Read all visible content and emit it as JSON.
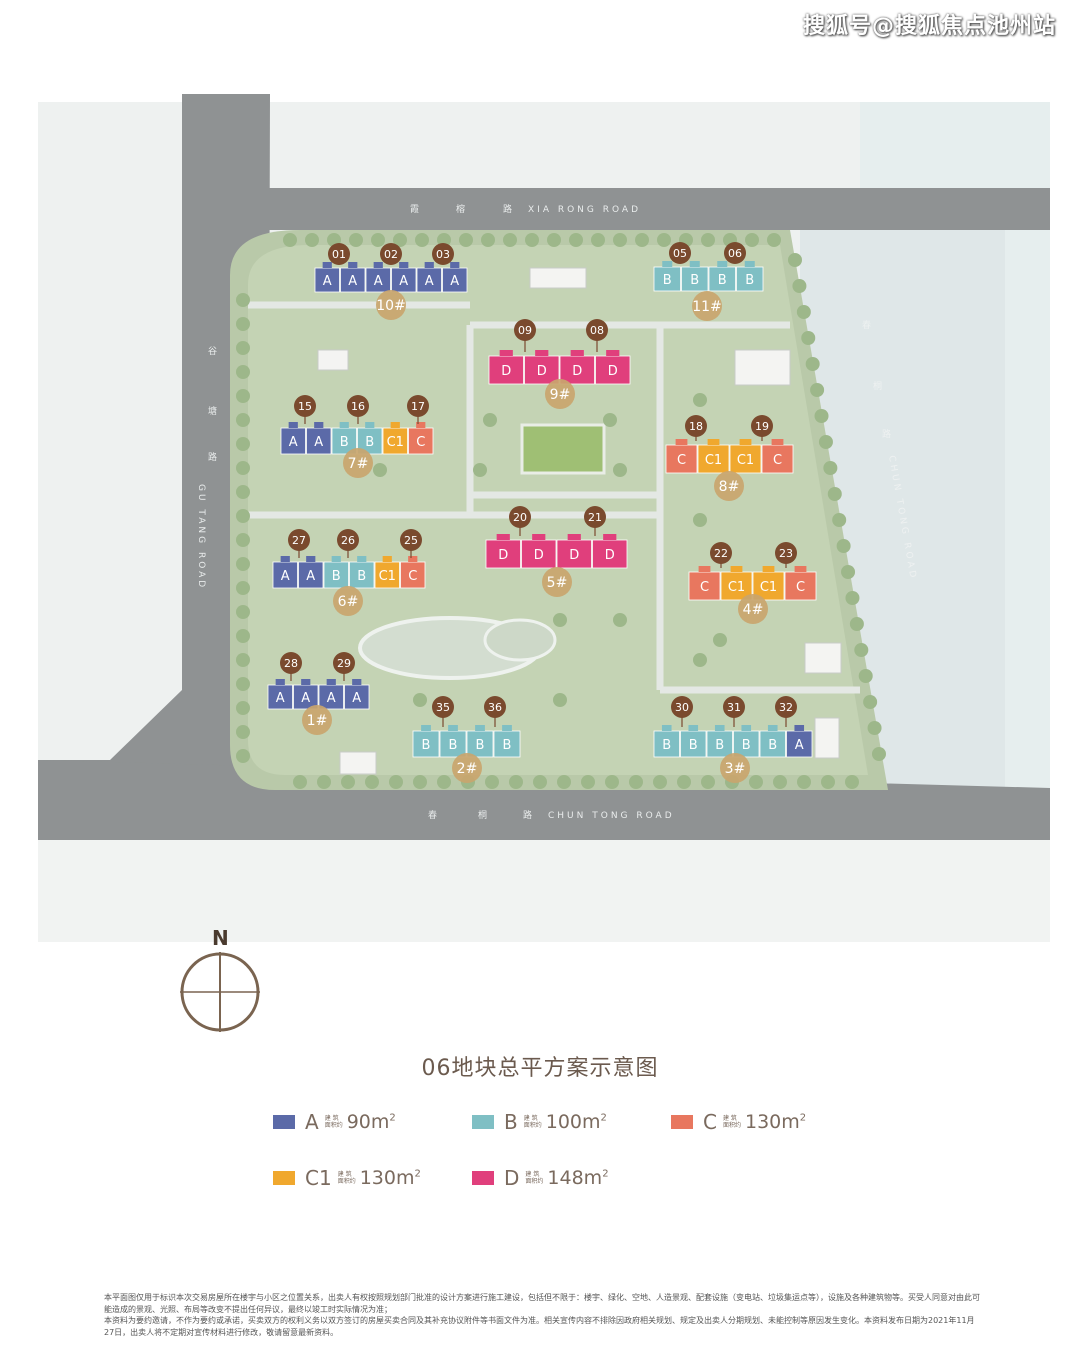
{
  "watermark": "搜狐号@搜狐焦点池州站",
  "roads": {
    "top": {
      "cn": [
        "霞",
        "榕",
        "路"
      ],
      "en": "XIA RONG ROAD"
    },
    "bottom": {
      "cn": [
        "春",
        "桐",
        "路"
      ],
      "en": "CHUN TONG ROAD"
    },
    "left": {
      "cn": [
        "谷",
        "塘",
        "路"
      ],
      "en": "GU TANG ROAD"
    },
    "right": {
      "cn": [
        "春",
        "桐",
        "路"
      ],
      "en": "CHUN TONG ROAD"
    }
  },
  "compass_label": "N",
  "colors": {
    "A": "#5b6aa8",
    "B": "#7fbfc4",
    "C": "#e8775f",
    "C1": "#f0a82e",
    "D": "#e03f7c",
    "tag": "#7a4a2e",
    "bld": "#c9a56e"
  },
  "buildings": [
    {
      "id": "10#",
      "units": [
        "A",
        "A",
        "A",
        "A",
        "A",
        "A"
      ],
      "tags": [
        "01",
        "02",
        "03"
      ]
    },
    {
      "id": "11#",
      "units": [
        "B",
        "B",
        "B",
        "B"
      ],
      "tags": [
        "05",
        "06"
      ]
    },
    {
      "id": "9#",
      "units": [
        "D",
        "D",
        "D",
        "D"
      ],
      "tags": [
        "09",
        "08"
      ]
    },
    {
      "id": "7#",
      "units": [
        "A",
        "A",
        "B",
        "B",
        "C1",
        "C"
      ],
      "tags": [
        "15",
        "16",
        "17"
      ]
    },
    {
      "id": "8#",
      "units": [
        "C",
        "C1",
        "C1",
        "C"
      ],
      "tags": [
        "18",
        "19"
      ]
    },
    {
      "id": "6#",
      "units": [
        "A",
        "A",
        "B",
        "B",
        "C1",
        "C"
      ],
      "tags": [
        "27",
        "26",
        "25"
      ]
    },
    {
      "id": "5#",
      "units": [
        "D",
        "D",
        "D",
        "D"
      ],
      "tags": [
        "20",
        "21"
      ]
    },
    {
      "id": "4#",
      "units": [
        "C",
        "C1",
        "C1",
        "C"
      ],
      "tags": [
        "22",
        "23"
      ]
    },
    {
      "id": "1#",
      "units": [
        "A",
        "A",
        "A",
        "A"
      ],
      "tags": [
        "28",
        "29"
      ]
    },
    {
      "id": "2#",
      "units": [
        "B",
        "B",
        "B",
        "B"
      ],
      "tags": [
        "35",
        "36"
      ]
    },
    {
      "id": "3#",
      "units": [
        "B",
        "B",
        "B",
        "B",
        "B",
        "A"
      ],
      "tags": [
        "30",
        "31",
        "32"
      ]
    }
  ],
  "plan_title": "06地块总平方案示意图",
  "legend": [
    {
      "code": "A",
      "tiny1": "建 筑",
      "tiny2": "面积约",
      "area": "90m",
      "sup": "2",
      "color": "#5b6aa8"
    },
    {
      "code": "B",
      "tiny1": "建 筑",
      "tiny2": "面积约",
      "area": "100m",
      "sup": "2",
      "color": "#7fbfc4"
    },
    {
      "code": "C",
      "tiny1": "建 筑",
      "tiny2": "面积约",
      "area": "130m",
      "sup": "2",
      "color": "#e8775f"
    },
    {
      "code": "C1",
      "tiny1": "建 筑",
      "tiny2": "面积约",
      "area": "130m",
      "sup": "2",
      "color": "#f0a82e"
    },
    {
      "code": "D",
      "tiny1": "建 筑",
      "tiny2": "面积约",
      "area": "148m",
      "sup": "2",
      "color": "#e03f7c"
    }
  ],
  "disclaimer": [
    "本平面图仅用于标识本次交易房屋所在楼宇与小区之位置关系，出卖人有权按照规划部门批准的设计方案进行施工建设，包括但不限于：楼宇、绿化、空地、人造景观、配套设施（变电站、垃圾集运点等），设施及各种建筑物等。买受人同意对由此可能造成的景观、光照、布局等改变不提出任何异议，最终以竣工时实际情况为准；",
    "本资料为要约邀请，不作为要约或承诺，买卖双方的权利义务以双方签订的房屋买卖合同及其补充协议附件等书面文件为准。相关宣传内容不排除因政府相关规划、规定及出卖人分期规划、未能控制等原因发生变化。本资料发布日期为2021年11月27日，出卖人将不定期对宣传材料进行修改，敬请留意最新资料。"
  ]
}
